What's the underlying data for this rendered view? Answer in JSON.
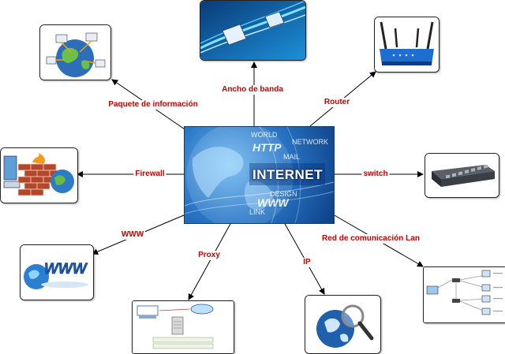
{
  "center": {
    "title": "INTERNET",
    "texts": [
      "HTTP",
      "WWW",
      "WORLD",
      "DESIGN",
      "MAIL",
      "LINK",
      "NETWORK"
    ]
  },
  "links": [
    {
      "id": "paquete",
      "label": "Paquete de información",
      "icon": "globe-network-icon"
    },
    {
      "id": "ancho",
      "label": "Ancho de banda",
      "icon": "data-stream-icon"
    },
    {
      "id": "router",
      "label": "Router",
      "icon": "router-icon"
    },
    {
      "id": "firewall",
      "label": "Firewall",
      "icon": "firewall-icon"
    },
    {
      "id": "switch",
      "label": "switch",
      "icon": "switch-icon"
    },
    {
      "id": "www",
      "label": "WWW",
      "icon": "www-icon"
    },
    {
      "id": "proxy",
      "label": "Proxy",
      "icon": "proxy-diagram-icon"
    },
    {
      "id": "ip",
      "label": "IP",
      "icon": "magnifier-globe-icon"
    },
    {
      "id": "lan",
      "label": "Red de comunicación Lan",
      "icon": "lan-diagram-icon"
    }
  ],
  "colors": {
    "label": "#cc0000",
    "arrow": "#000000",
    "hub": "#2a78c8"
  }
}
